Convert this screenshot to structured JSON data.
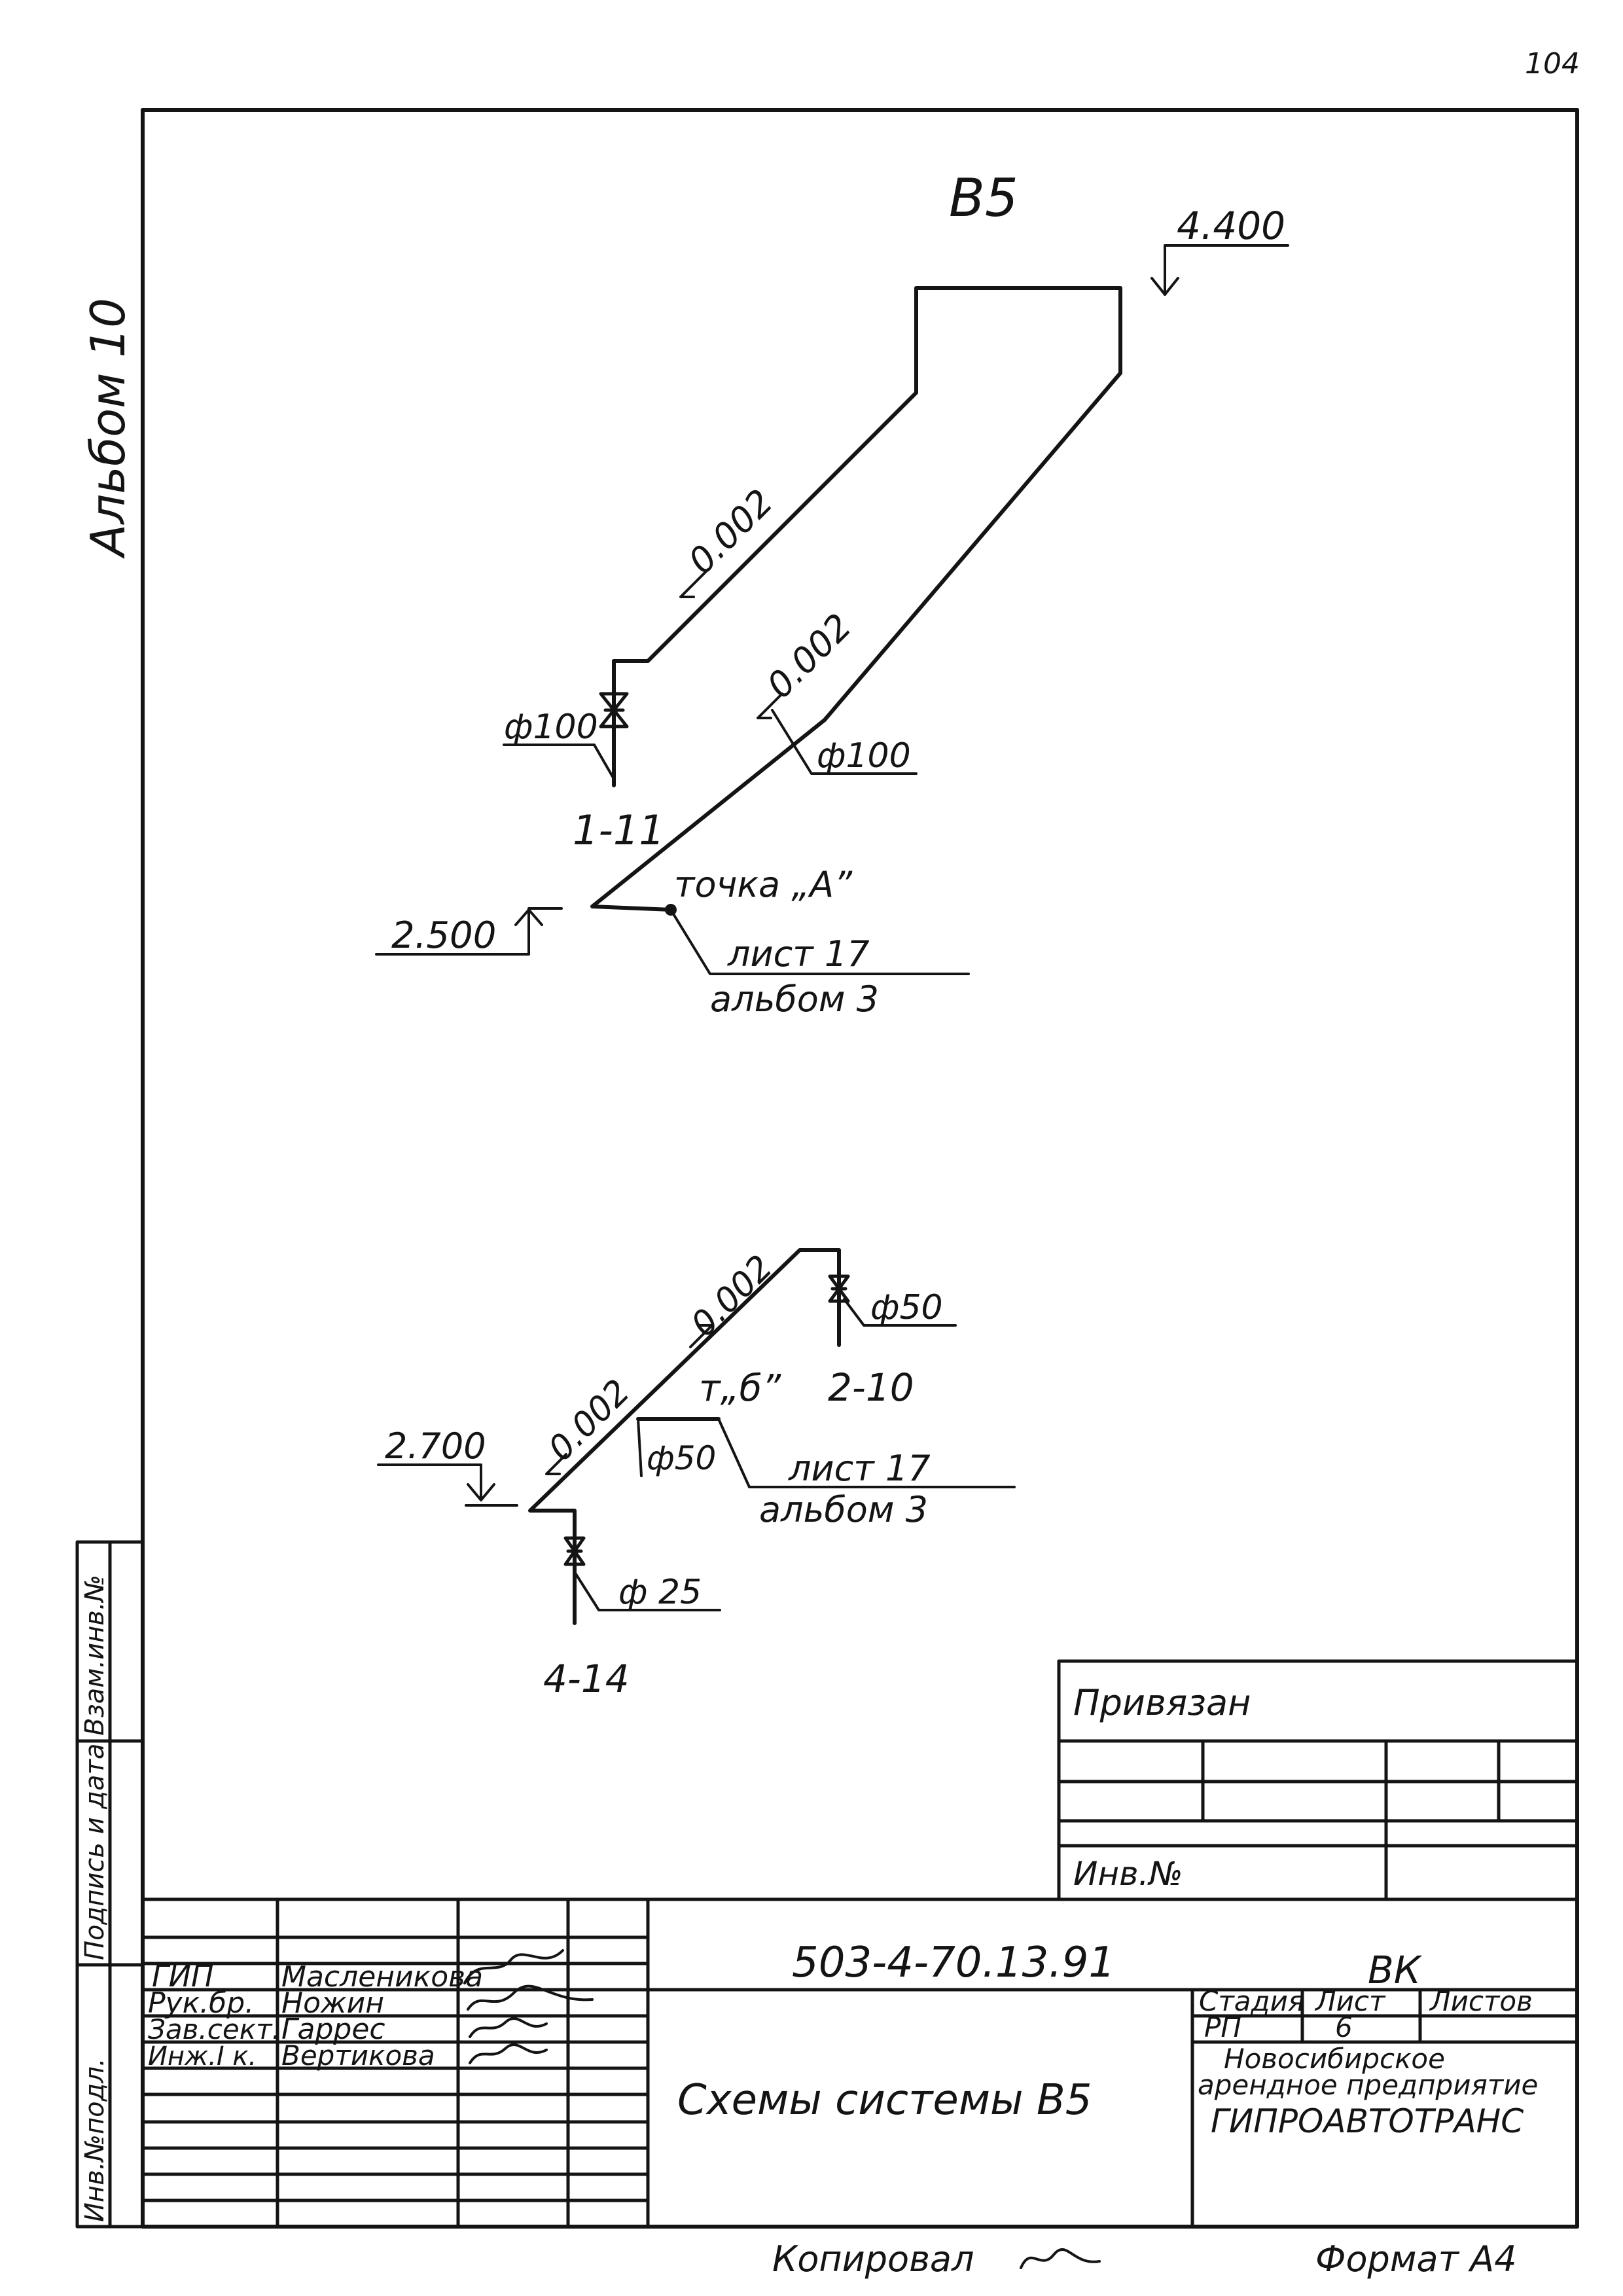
{
  "corner_mark": "104",
  "album_label": "Альбом 10",
  "system_title": "В5",
  "upper": {
    "elev_top": "4.400",
    "slope_1": "0.002",
    "slope_2": "0.002",
    "dia_1": "ф100",
    "dia_2": "ф100",
    "node": "1-11",
    "elev_bottom": "2.500",
    "point": "точка „А”",
    "ref_sheet": "лист 17",
    "ref_album": "альбом 3"
  },
  "lower": {
    "slope_up": "0.002",
    "slope_down": "0.002",
    "dia_1": "ф50",
    "dia_2": "ф50",
    "dia_3": "ф 25",
    "point": "т„б”",
    "node_1": "2-10",
    "node_2": "4-14",
    "elev": "2.700",
    "ref_sheet": "лист 17",
    "ref_album": "альбом 3"
  },
  "side_stamp": [
    "Инв.№подл.",
    "Подпись и дата",
    "Взам.инв.№"
  ],
  "privyazan": {
    "title": "Привязан",
    "inv": "Инв.№"
  },
  "stamp": {
    "roles": [
      "ГИП",
      "Рук.бр.",
      "Зав.сект.",
      "Инж.I к."
    ],
    "names": [
      "Масленикова",
      "Ножин",
      "Гаррес",
      "Вертикова"
    ],
    "doc_code": "503-4-70.13.91",
    "section": "ВК",
    "drawing_title": "Схемы системы В5",
    "col_stage": "Стадия",
    "col_sheet": "Лист",
    "col_sheets": "Листов",
    "stage": "РП",
    "sheet": "6",
    "org_line1": "Новосибирское",
    "org_line2": "арендное предприятие",
    "org_line3": "ГИПРОАВТОТРАНС"
  },
  "copied_by": "Копировал",
  "format": "Формат А4"
}
